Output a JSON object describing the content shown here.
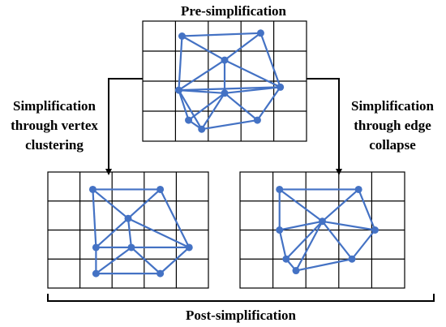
{
  "labels": {
    "top": "Pre-simplification",
    "left_line1": "Simplification",
    "left_line2": "through vertex",
    "left_line3": "clustering",
    "right_line1": "Simplification",
    "right_line2": "through edge",
    "right_line3": "collapse",
    "bottom": "Post-simplification"
  },
  "colors": {
    "mesh": "#4472c4",
    "vertex": "#4472c4",
    "grid": "#000000"
  },
  "grids": {
    "pre": {
      "rows": 4,
      "cols": 5
    },
    "vertex_clustering": {
      "rows": 4,
      "cols": 5
    },
    "edge_collapse": {
      "rows": 4,
      "cols": 5
    }
  },
  "meshes": {
    "pre": {
      "vertices": [
        [
          1.2,
          0.5
        ],
        [
          3.6,
          0.4
        ],
        [
          2.5,
          1.3
        ],
        [
          1.1,
          2.3
        ],
        [
          2.5,
          2.4
        ],
        [
          4.2,
          2.2
        ],
        [
          1.4,
          3.3
        ],
        [
          1.8,
          3.6
        ],
        [
          3.5,
          3.3
        ]
      ],
      "edges": [
        [
          0,
          1
        ],
        [
          1,
          5
        ],
        [
          0,
          3
        ],
        [
          0,
          2
        ],
        [
          1,
          2
        ],
        [
          2,
          3
        ],
        [
          2,
          5
        ],
        [
          3,
          4
        ],
        [
          4,
          5
        ],
        [
          2,
          4
        ],
        [
          3,
          6
        ],
        [
          3,
          7
        ],
        [
          4,
          6
        ],
        [
          4,
          7
        ],
        [
          4,
          8
        ],
        [
          6,
          7
        ],
        [
          7,
          8
        ],
        [
          8,
          5
        ],
        [
          3,
          5
        ]
      ]
    },
    "vertex_clustering": {
      "vertices": [
        [
          1.4,
          0.6
        ],
        [
          3.5,
          0.6
        ],
        [
          2.5,
          1.6
        ],
        [
          1.5,
          2.6
        ],
        [
          2.6,
          2.6
        ],
        [
          4.4,
          2.6
        ],
        [
          1.5,
          3.5
        ],
        [
          3.5,
          3.5
        ]
      ],
      "edges": [
        [
          0,
          1
        ],
        [
          0,
          2
        ],
        [
          0,
          3
        ],
        [
          1,
          5
        ],
        [
          1,
          2
        ],
        [
          2,
          3
        ],
        [
          2,
          5
        ],
        [
          2,
          4
        ],
        [
          3,
          4
        ],
        [
          4,
          5
        ],
        [
          3,
          6
        ],
        [
          4,
          6
        ],
        [
          4,
          7
        ],
        [
          5,
          7
        ],
        [
          6,
          7
        ],
        [
          3,
          5
        ]
      ]
    },
    "edge_collapse": {
      "vertices": [
        [
          1.2,
          0.6
        ],
        [
          3.6,
          0.6
        ],
        [
          2.5,
          1.7
        ],
        [
          1.2,
          2.0
        ],
        [
          4.1,
          2.0
        ],
        [
          1.4,
          3.0
        ],
        [
          1.7,
          3.4
        ],
        [
          3.4,
          3.0
        ]
      ],
      "edges": [
        [
          0,
          1
        ],
        [
          0,
          3
        ],
        [
          1,
          4
        ],
        [
          2,
          0
        ],
        [
          2,
          1
        ],
        [
          2,
          3
        ],
        [
          2,
          4
        ],
        [
          2,
          5
        ],
        [
          2,
          6
        ],
        [
          2,
          7
        ],
        [
          3,
          5
        ],
        [
          4,
          7
        ],
        [
          5,
          6
        ],
        [
          6,
          7
        ]
      ]
    }
  }
}
